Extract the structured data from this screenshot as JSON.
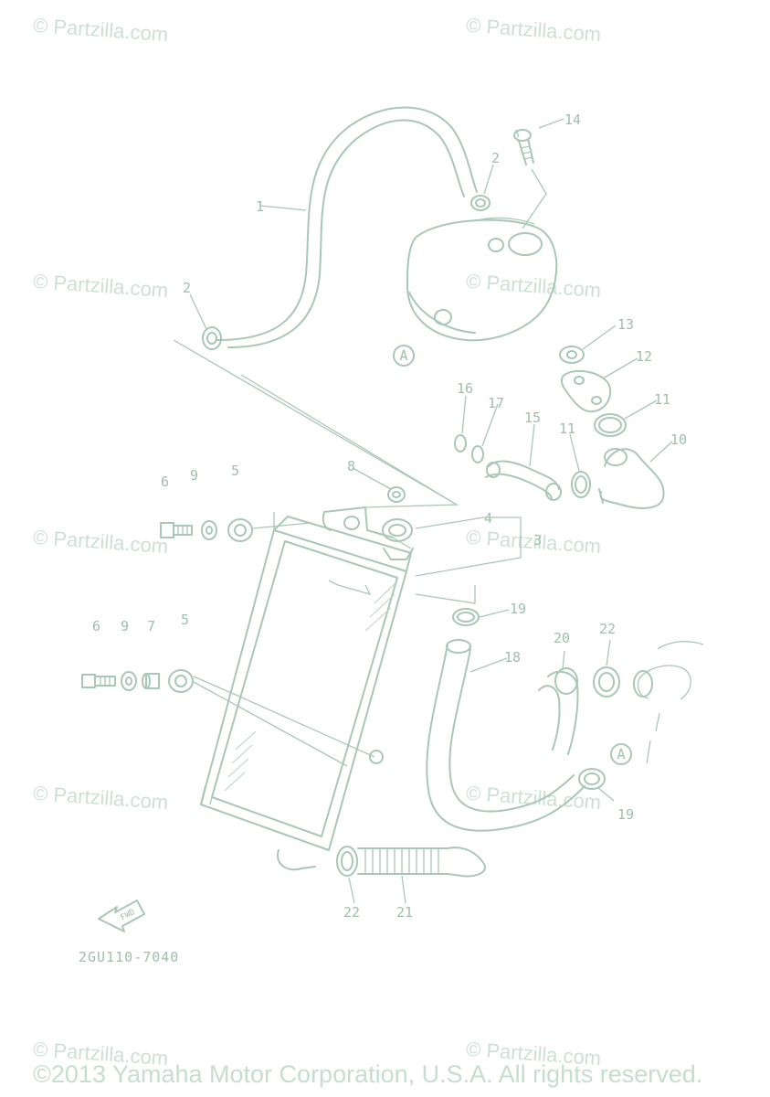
{
  "watermark": "© Partzilla.com",
  "diagram_code": "2GU110-7040",
  "fwd_label": "FWD",
  "ref_label": "A",
  "copyright": "©2013 Yamaha Motor Corporation, U.S.A. All rights reserved.",
  "callouts": [
    "1",
    "2",
    "2",
    "3",
    "4",
    "5",
    "5",
    "6",
    "6",
    "7",
    "8",
    "9",
    "9",
    "10",
    "11",
    "11",
    "12",
    "13",
    "14",
    "15",
    "16",
    "17",
    "18",
    "19",
    "19",
    "20",
    "21",
    "22",
    "22"
  ]
}
